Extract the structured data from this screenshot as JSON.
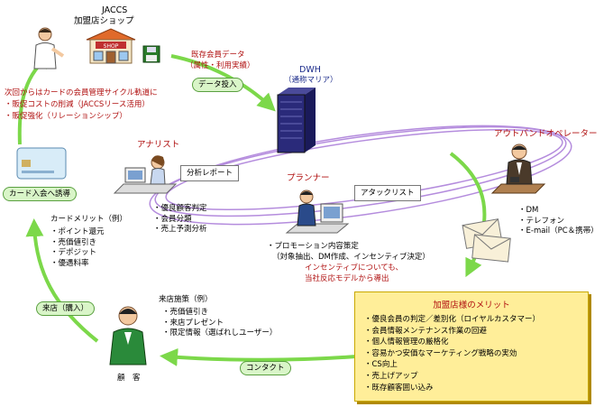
{
  "shop": {
    "title_line1": "JACCS",
    "title_line2": "加盟店ショップ",
    "sign": "SHOP"
  },
  "cycle_note": {
    "line1": "次回からはカードの会員管理サイクル軌道に",
    "line2": "・販促コストの削減（JACCSリース活用）",
    "line3": "・販促強化（リレーションシップ）"
  },
  "existing_data": {
    "line1": "既存会員データ",
    "line2": "（属性・利用実績）"
  },
  "data_input": "データ投入",
  "dwh": {
    "line1": "DWH",
    "line2": "（通称マリア）"
  },
  "analyst": {
    "label": "アナリスト",
    "report": "分析レポート",
    "tasks": [
      "・優良顧客判定",
      "・会員分類",
      "・売上予測分析"
    ]
  },
  "planner": {
    "label": "プランナー",
    "attack_list": "アタックリスト",
    "line1": "・プロモーション内容策定",
    "line2": "（対象抽出、DM作成、インセンティブ決定）",
    "red_line1": "インセンティブについても、",
    "red_line2": "当社反応モデルから導出"
  },
  "operator": {
    "label": "アウトバンドオペレーター",
    "channels": [
      "・DM",
      "・テレフォン",
      "・E-mail（PC＆携帯）"
    ]
  },
  "card_invite": "カード入会へ誘導",
  "card_merit": {
    "title": "カードメリット（例）",
    "items": [
      "・ポイント還元",
      "・売価値引き",
      "・デポジット",
      "・優遇料率"
    ]
  },
  "visit": "来店（購入）",
  "visit_measures": {
    "title": "来店施策（例）",
    "items": [
      "・売価値引き",
      "・来店プレゼント",
      "・限定情報（選ばれしユーザー）"
    ]
  },
  "customer": "顧　客",
  "contact": "コンタクト",
  "merit_box": {
    "title": "加盟店様のメリット",
    "items": [
      "・優良会員の判定／差別化（ロイヤルカスタマー）",
      "・会員情報メンテナンス作業の回避",
      "・個人情報管理の厳格化",
      "・容易かつ安価なマーケティング戦略の実効",
      "・CS向上",
      "・売上げアップ",
      "・既存顧客囲い込み"
    ]
  },
  "colors": {
    "cycle": "#7cd84a",
    "orbit": "#a878d8",
    "pill_bg": "#d9f5c8",
    "merit_bg": "#ffee99",
    "accent_red": "#b01010"
  }
}
